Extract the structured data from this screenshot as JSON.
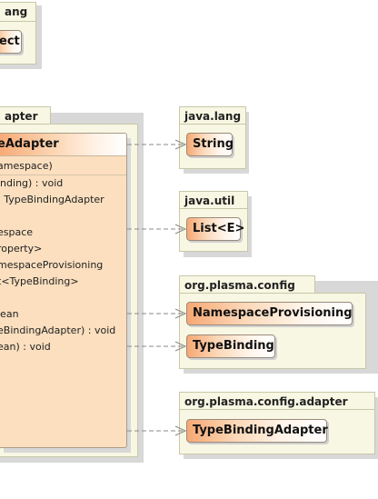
{
  "packages": {
    "top_left": {
      "name": "ang",
      "class": "ect"
    },
    "adapter": {
      "name": "apter"
    },
    "java_lang": {
      "name": "java.lang",
      "class": "String"
    },
    "java_util": {
      "name": "java.util",
      "class": "List<E>"
    },
    "plasma_config": {
      "name": "org.plasma.config",
      "classes": [
        "NamespaceProvisioning",
        "TypeBinding"
      ]
    },
    "plasma_config_adapter": {
      "name": "org.plasma.config.adapter",
      "class": "TypeBindingAdapter"
    }
  },
  "main_class": {
    "name": "eAdapter",
    "attributes": [
      "amespace)"
    ],
    "operations": [
      "inding) : void",
      ": TypeBindingAdapter",
      "",
      "espace",
      "roperty>",
      "mespaceProvisioning",
      "t<TypeBinding>",
      "",
      "lean",
      "eBindingAdapter) : void",
      "ean) : void"
    ]
  },
  "colors": {
    "package_fill": "#f8f7e3",
    "class_fill": "#fbdfbf",
    "class_gradient_start": "#f7a874",
    "connector": "#8a8a8a"
  }
}
